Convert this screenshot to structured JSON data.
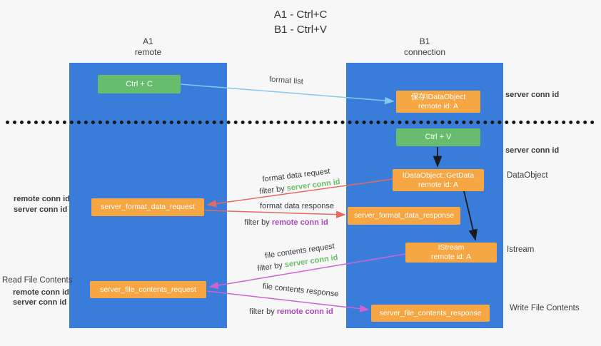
{
  "title": {
    "line1": "A1 - Ctrl+C",
    "line2": "B1 - Ctrl+V"
  },
  "lanes": {
    "a1": {
      "name": "A1",
      "subtitle": "remote"
    },
    "b1": {
      "name": "B1",
      "subtitle": "connection"
    }
  },
  "nodes": {
    "ctrl_c": {
      "label": "Ctrl + C"
    },
    "save_dataobject": {
      "line1": "保存IDataObject",
      "line2": "remote id: A"
    },
    "ctrl_v": {
      "label": "Ctrl + V"
    },
    "getdata": {
      "line1": "IDataObject::GetData",
      "line2": "remote id: A"
    },
    "format_request": {
      "label": "server_format_data_request"
    },
    "format_response": {
      "label": "server_format_data_response"
    },
    "istream": {
      "line1": "IStream",
      "line2": "remote id: A"
    },
    "file_request": {
      "label": "server_file_contents_request"
    },
    "file_response": {
      "label": "server_file_contents_response"
    }
  },
  "arrow_labels": {
    "format_list": "format list",
    "format_data_request": "format data request",
    "format_data_response": "format data response",
    "file_contents_request": "file contents request",
    "file_contents_response": "file contents response",
    "filter_by": "filter by",
    "server_conn_id": "server conn id",
    "remote_conn_id": "remote conn id"
  },
  "side_labels": {
    "server_conn_id": "server conn id",
    "remote_conn_id": "remote conn id",
    "dataobject": "DataObject",
    "istream": "Istream",
    "read_file_contents": "Read File Contents",
    "write_file_contents": "Write File Contents"
  },
  "colors": {
    "background": "#f7f7f7",
    "lane_blue": "#3a7cd9",
    "box_green": "#67bd6d",
    "box_orange": "#f6a643",
    "green_text": "#6abf69",
    "purple_text": "#ab47bc",
    "red_arrow": "#e8695e",
    "magenta_arrow": "#cf63d4",
    "blue_arrow": "#86c9ea",
    "black_arrow": "#1a1a1a",
    "dark_text": "#3c3c3c"
  }
}
